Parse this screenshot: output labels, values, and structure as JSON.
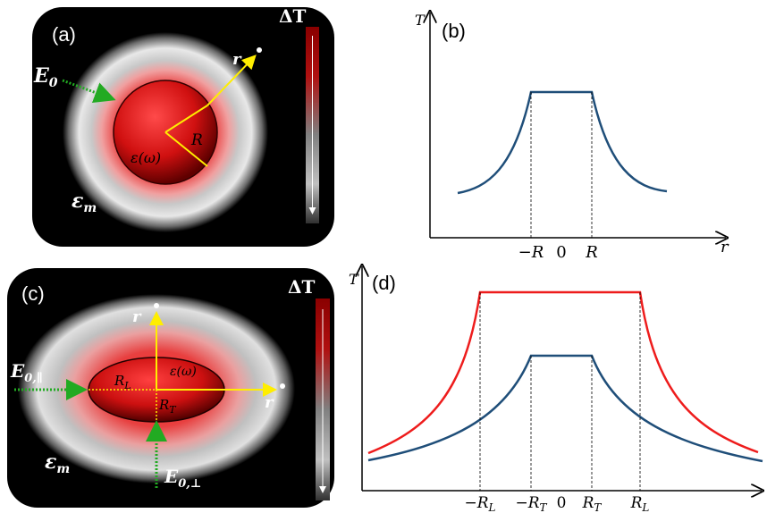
{
  "panels": {
    "a": {
      "tag": "(a)",
      "field_label": "E",
      "field_sub": "0",
      "r_label": "r",
      "radius_label": "R",
      "eps_label": "ε(ω)",
      "medium_eps": "ε",
      "medium_sub": "m",
      "delta_t": "ΔT"
    },
    "b": {
      "tag": "(b)",
      "y_axis": "T",
      "x_axis": "r",
      "ticks": [
        "−R",
        "0",
        "R"
      ]
    },
    "c": {
      "tag": "(c)",
      "field_par": "E",
      "field_par_sub": "0,∥",
      "field_perp": "E",
      "field_perp_sub": "0,⊥",
      "r_up": "r",
      "r_right": "r",
      "rl_label": "R",
      "rl_sub": "L",
      "rt_label": "R",
      "rt_sub": "T",
      "eps_label": "ε(ω)",
      "medium_eps": "ε",
      "medium_sub": "m",
      "delta_t": "ΔT"
    },
    "d": {
      "tag": "(d)",
      "y_axis": "T",
      "ticks": [
        {
          "main": "−R",
          "sub": "L"
        },
        {
          "main": "−R",
          "sub": "T"
        },
        {
          "main": "0",
          "sub": ""
        },
        {
          "main": "R",
          "sub": "T"
        },
        {
          "main": "R",
          "sub": "L"
        }
      ]
    }
  },
  "colors": {
    "profile_blue": "#1f4e79",
    "profile_red": "#ee1c1c",
    "arrow_green": "#22aa22",
    "axis_yellow": "#ffee00",
    "particle_red": "#cc1111"
  }
}
